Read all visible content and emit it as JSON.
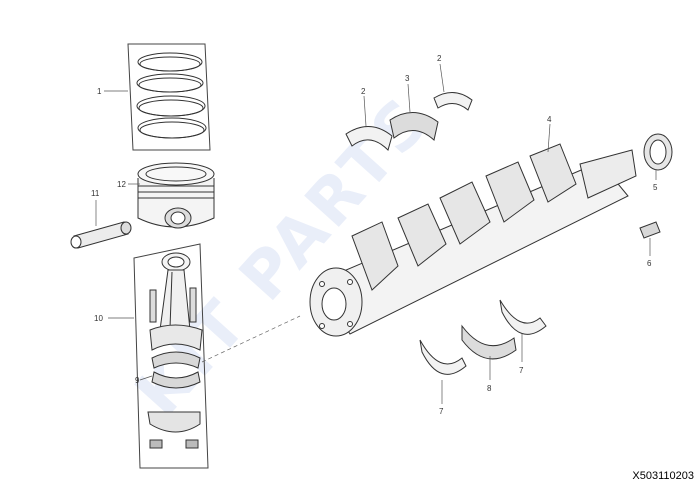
{
  "diagram": {
    "watermark": "KIT PARTS",
    "drawing_code": "X503110203",
    "callouts": [
      {
        "id": "c1",
        "text": "1"
      },
      {
        "id": "c12",
        "text": "12"
      },
      {
        "id": "c11",
        "text": "11"
      },
      {
        "id": "c10",
        "text": "10"
      },
      {
        "id": "c9",
        "text": "9"
      },
      {
        "id": "c2a",
        "text": "2"
      },
      {
        "id": "c3",
        "text": "3"
      },
      {
        "id": "c2b",
        "text": "2"
      },
      {
        "id": "c4",
        "text": "4"
      },
      {
        "id": "c5",
        "text": "5"
      },
      {
        "id": "c6",
        "text": "6"
      },
      {
        "id": "c7a",
        "text": "7"
      },
      {
        "id": "c8",
        "text": "8"
      },
      {
        "id": "c7b",
        "text": "7"
      }
    ],
    "colors": {
      "line": "#333333",
      "fill": "#f4f4f4",
      "shade": "#d2d2d2",
      "watermark": "#e9eef9"
    }
  }
}
